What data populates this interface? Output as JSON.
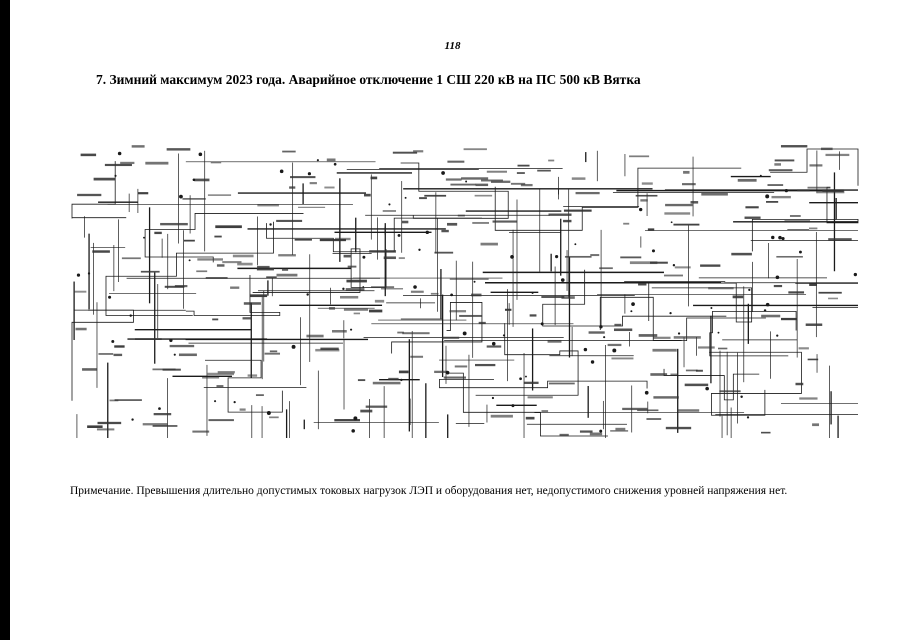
{
  "page": {
    "number": "118",
    "title": "7. Зимний максимум 2023 года. Аварийное отключение 1 СШ 220 кВ на ПС 500 кВ Вятка",
    "note": "Примечание. Превышения длительно допустимых токовых нагрузок ЛЭП и оборудования нет, недопустимого снижения уровней напряжения нет."
  },
  "diagram": {
    "name": "power-grid-schematic",
    "colors": {
      "line": "#1a1a1a",
      "label": "#333333"
    }
  }
}
